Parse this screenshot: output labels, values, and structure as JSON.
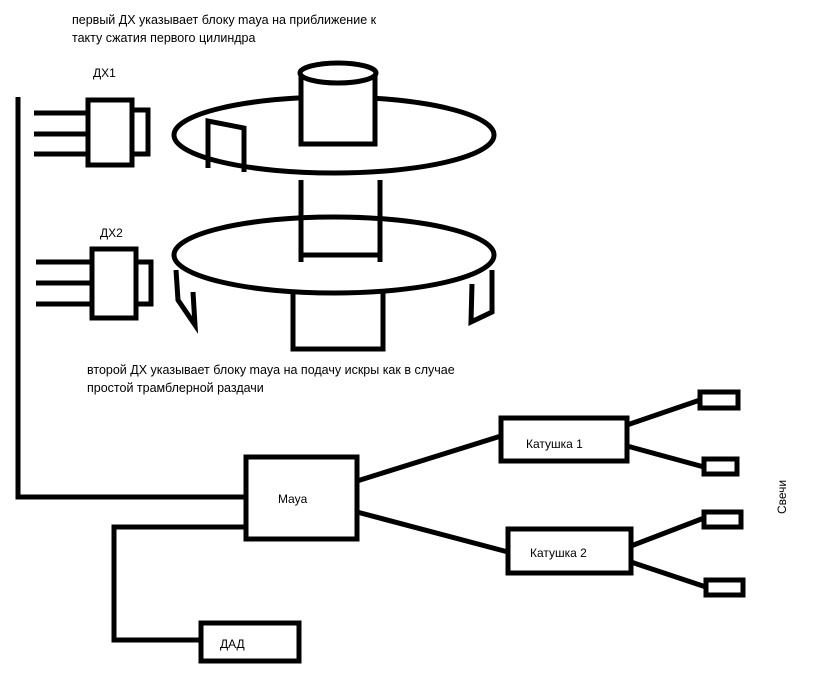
{
  "caption_top": {
    "line1": "первый ДХ указывает блоку maya на приближение к",
    "line2": "такту сжатия первого цилиндра"
  },
  "caption_mid": {
    "line1": "второй ДХ указывает блоку maya на подачу искры как в случае",
    "line2": "простой трамблерной раздачи"
  },
  "sensors": {
    "dh1": "ДХ1",
    "dh2": "ДХ2"
  },
  "blocks": {
    "maya": "Maya",
    "coil1": "Катушка 1",
    "coil2": "Катушка 2",
    "dad": "ДАД"
  },
  "spark_plugs_label": "Свечи",
  "colors": {
    "line": "#000000",
    "background": "#ffffff"
  }
}
